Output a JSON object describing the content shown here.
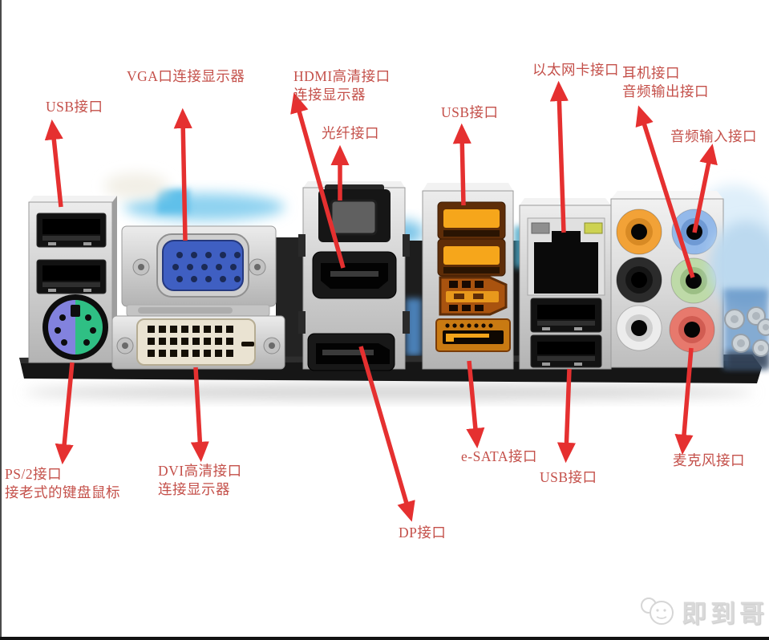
{
  "labels": {
    "usb_top_left": "USB接口",
    "vga": "VGA口连接显示器",
    "hdmi": "HDMI高清接口\n连接显示器",
    "optical": "光纤接口",
    "usb_orange": "USB接口",
    "ethernet": "以太网卡接口",
    "headphone": "耳机接口\n音频输出接口",
    "audio_in": "音频输入接口",
    "ps2": "PS/2接口\n接老式的键盘鼠标",
    "dvi": "DVI高清接口\n连接显示器",
    "dp": "DP接口",
    "esata": "e-SATA接口",
    "usb_bottom": "USB接口",
    "mic": "麦克风接口"
  },
  "watermark": {
    "text": "即到哥",
    "icon": "chat-bubbles-icon"
  },
  "colors": {
    "label_text": "#c4504a",
    "arrow": "#e53030",
    "vga_blue": "#3f5fc2",
    "dvi_cream": "#eae3d2",
    "ps2_purple": "#8282de",
    "ps2_green": "#2fbf84",
    "usb_orange": "#f6a61b",
    "audio_orange": "#f2a237",
    "audio_black": "#2b2b2b",
    "audio_white": "#ececec",
    "audio_blue": "#93b9ea",
    "audio_green": "#bedaa8",
    "audio_pink": "#e7796d",
    "ethernet_led_right": "#cdd252",
    "watermark_gray": "#d9d9d9"
  }
}
